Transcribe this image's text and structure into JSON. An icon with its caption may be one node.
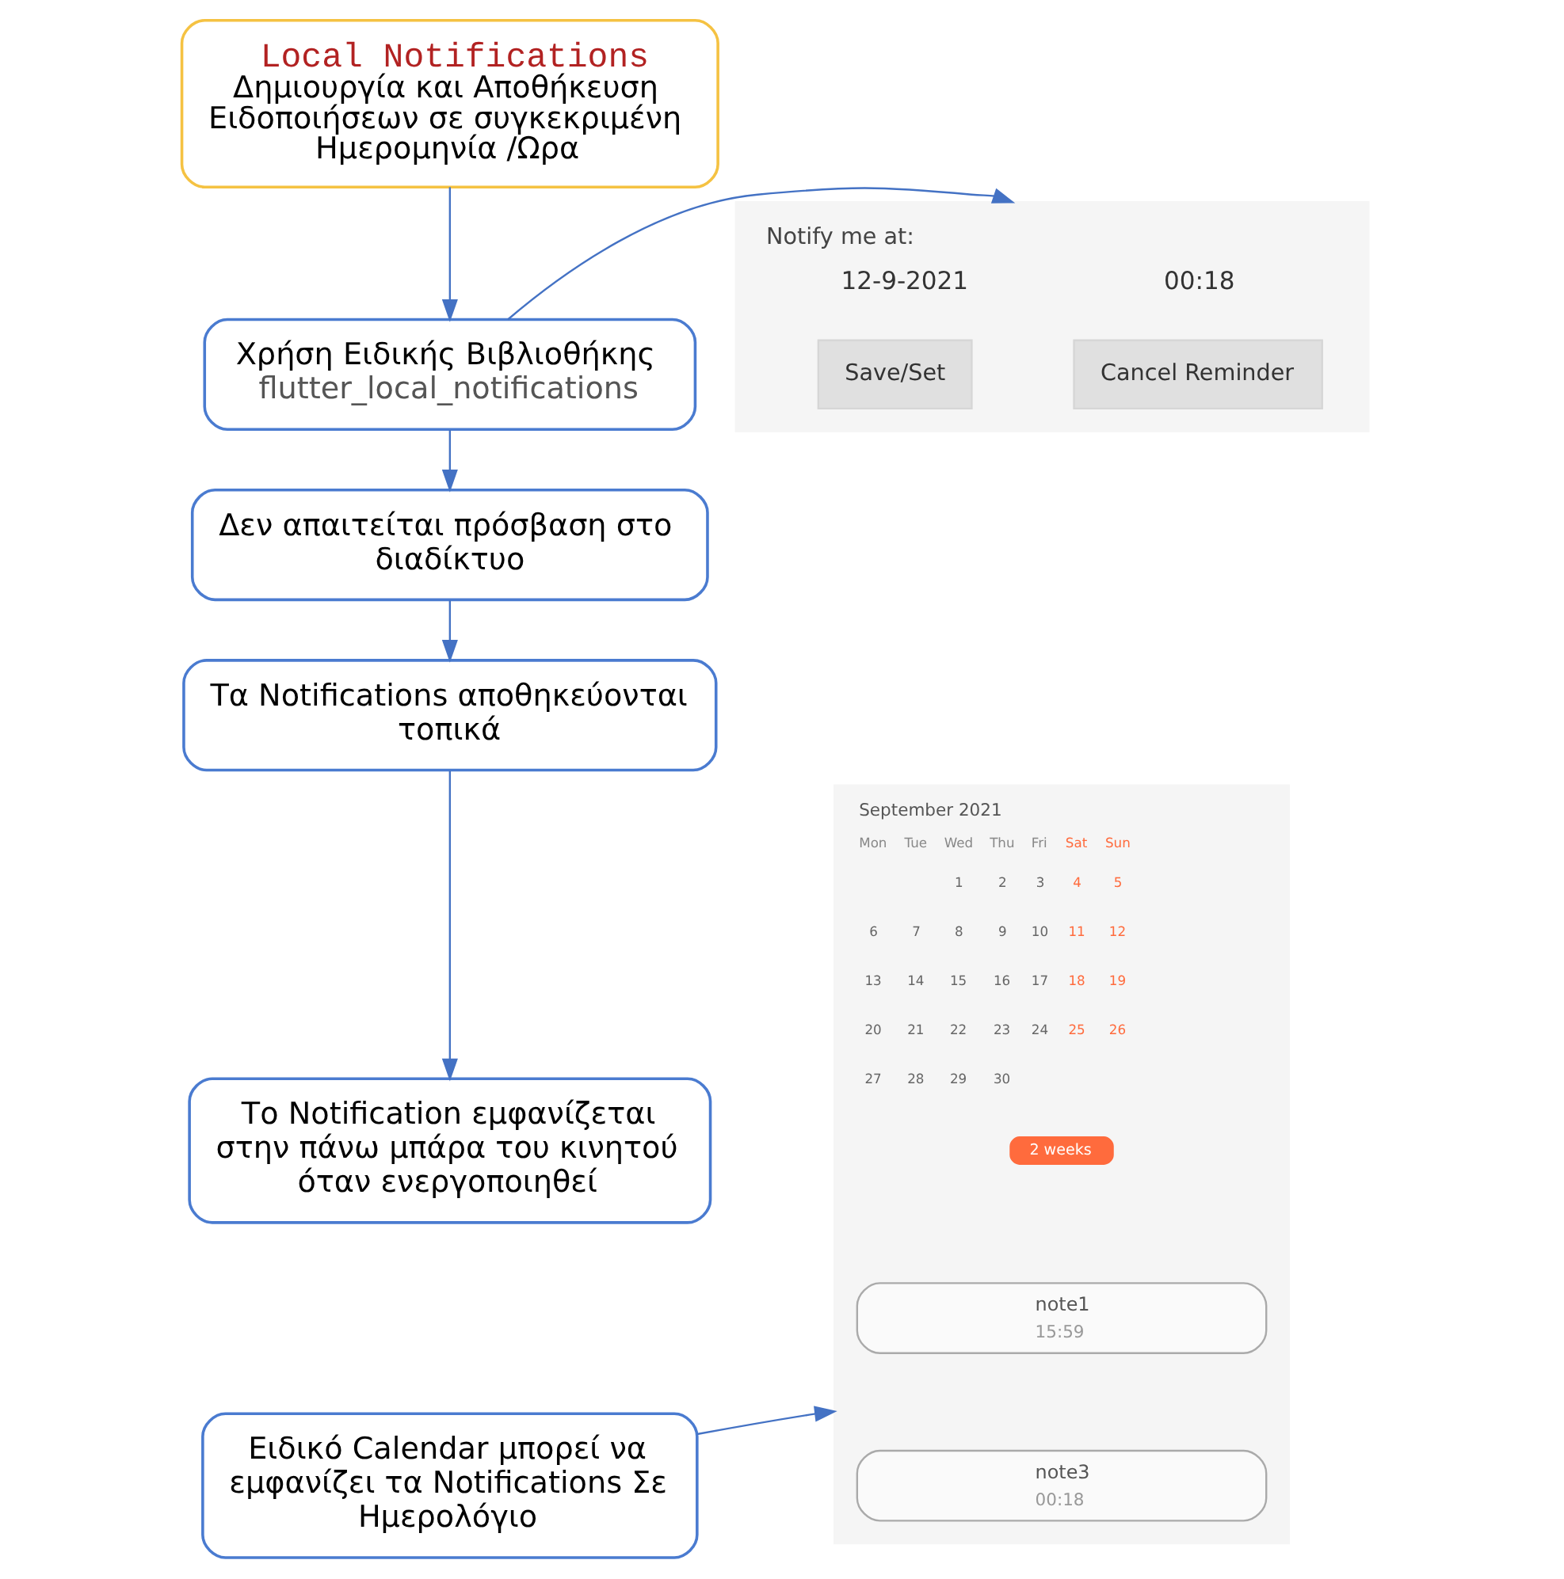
{
  "diagram": {
    "nodes": [
      {
        "text": [
          "Local Notifications",
          "Δημιουργία και Αποθήκευση Ειδοποιήσεων σε συγκεκριμένη Ημερομηνία /Ωρα"
        ]
      },
      {
        "text": [
          "Χρήση Ειδικής Βιβλιοθήκης",
          "flutter_local_notifications"
        ]
      },
      {
        "text": [
          "Δεν απαιτείται πρόσβαση στο διαδίκτυο"
        ]
      },
      {
        "text": [
          "Τα Notifications αποθηκεύονται τοπικά"
        ]
      },
      {
        "text": [
          "Το Notification εμφανίζεται στην πάνω μπάρα του κινητού όταν ενεργοποιηθεί"
        ]
      },
      {
        "text": [
          "Ειδικό Calendar μπορεί να εμφανίζει τα Notifications Σε Ημερολόγιο"
        ]
      },
      {
        "text": [
          "Notify me at:",
          "12-9-2021",
          "00:18"
        ]
      },
      {
        "text": [
          "Cancel Reminder"
        ],
        "in": 6
      },
      {
        "text": [
          "Save/Set"
        ],
        "in": 6
      },
      {
        "text": [
          "September 2021",
          "Mon",
          "Tue",
          "Wed",
          "Thu",
          "Fri",
          "Sat",
          "Sun",
          "1",
          "2",
          "3",
          "4",
          "5",
          "6",
          "7",
          "8",
          "9",
          "10",
          "11",
          "12",
          "13",
          "14",
          "15",
          "16",
          "17",
          "18",
          "19",
          "20",
          "21",
          "22",
          "23",
          "24",
          "25",
          "26",
          "27",
          "28",
          "29",
          "30"
        ]
      },
      {
        "text": [
          "2 weeks"
        ],
        "in": 9
      },
      {
        "text": [
          "note1",
          "15:59"
        ],
        "in": 9
      },
      {
        "text": [
          "note3",
          "00:18"
        ],
        "in": 9
      }
    ],
    "edges": [
      {
        "from": 0,
        "to": 1,
        "arrow": "to"
      },
      {
        "from": 1,
        "to": 2,
        "arrow": "to"
      },
      {
        "from": 2,
        "to": 3,
        "arrow": "to"
      },
      {
        "from": 3,
        "to": 4,
        "arrow": "to"
      },
      {
        "from": 1,
        "to": 6,
        "arrow": "to"
      },
      {
        "from": 5,
        "to": 9,
        "arrow": "to"
      }
    ]
  }
}
